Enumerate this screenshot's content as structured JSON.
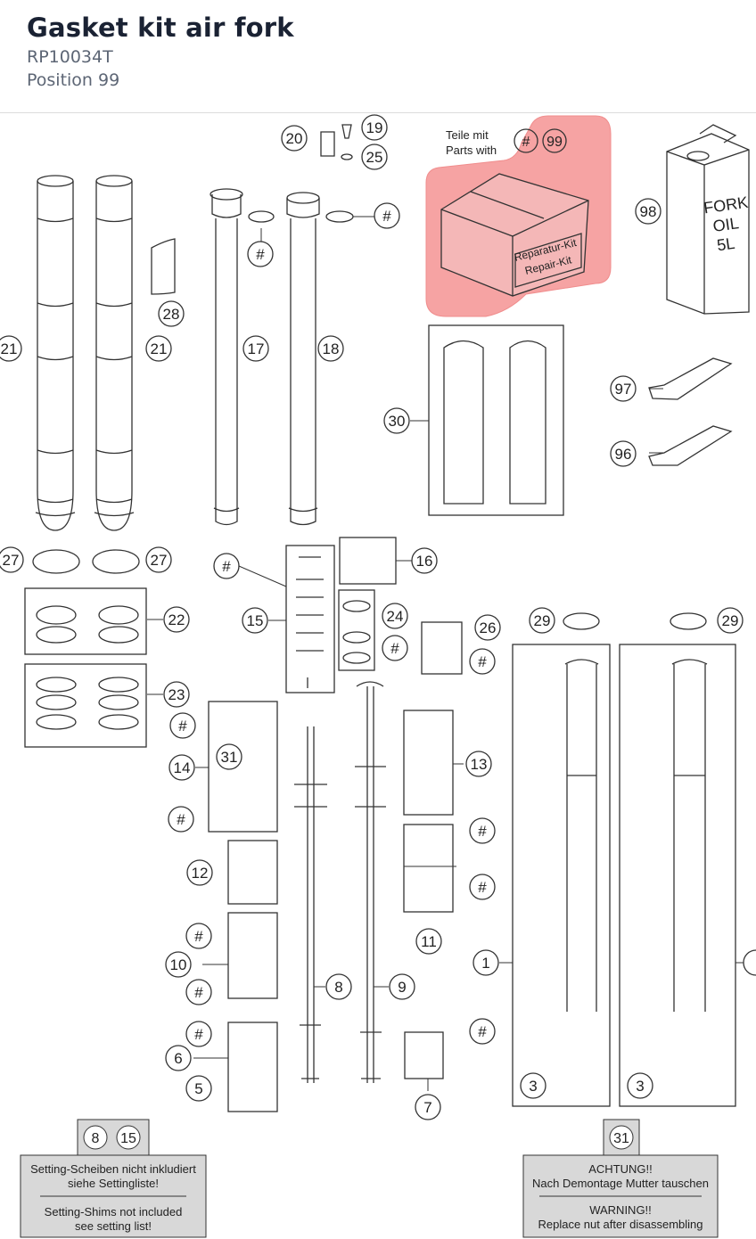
{
  "header": {
    "title": "Gasket kit air fork",
    "part_number": "RP10034T",
    "position": "Position 99"
  },
  "colors": {
    "highlight": "#f6a3a3",
    "note_box": "#d8d8d8",
    "line": "#333333"
  },
  "callouts": {
    "c20": "20",
    "c19": "19",
    "c25": "25",
    "c98": "98",
    "c21a": "21",
    "c21b": "21",
    "c28": "28",
    "c17": "17",
    "c18": "18",
    "c30": "30",
    "c97": "97",
    "c96": "96",
    "c27a": "27",
    "c27b": "27",
    "c16": "16",
    "c15": "15",
    "c24": "24",
    "c22": "22",
    "c23": "23",
    "c26": "26",
    "c29a": "29",
    "c29b": "29",
    "c31": "31",
    "c14": "14",
    "c13": "13",
    "c12": "12",
    "c11": "11",
    "c10": "10",
    "c1": "1",
    "c8": "8",
    "c9": "9",
    "c6": "6",
    "c5": "5",
    "c7": "7",
    "c3a": "3",
    "c3b": "3",
    "cbox8": "8",
    "cbox15": "15",
    "cbox31": "31",
    "hash": "#"
  },
  "kit_label": {
    "line1": "Teile mit",
    "line2": "Parts with",
    "number": "99",
    "hash": "#",
    "box_text1": "Reparatur-Kit",
    "box_text2": "Repair-Kit"
  },
  "oil_can": {
    "line1": "FORK",
    "line2": "OIL",
    "line3": "5L"
  },
  "note_left": {
    "de1": "Setting-Scheiben nicht inkludiert",
    "de2": "siehe Settingliste!",
    "en1": "Setting-Shims not included",
    "en2": "see setting list!"
  },
  "note_right": {
    "de1": "ACHTUNG!!",
    "de2": "Nach Demontage Mutter tauschen",
    "en1": "WARNING!!",
    "en2": "Replace nut after disassembling"
  }
}
